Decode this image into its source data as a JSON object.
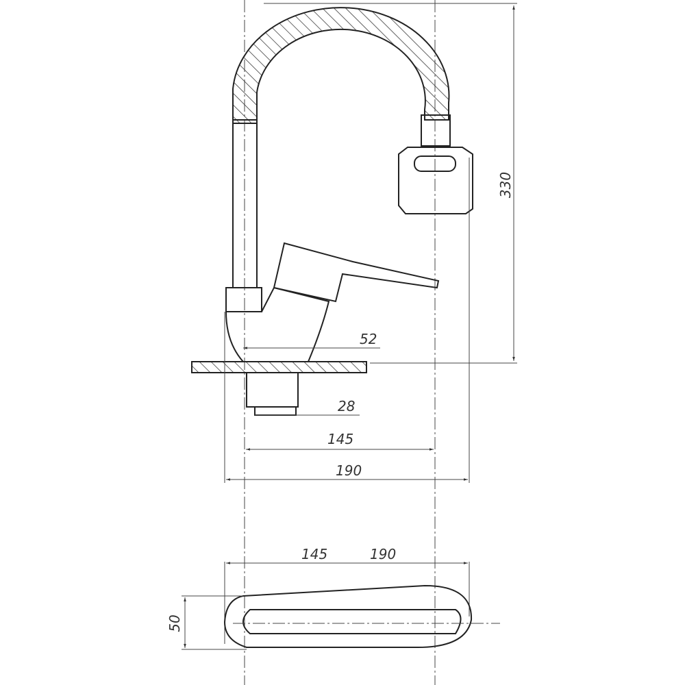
{
  "drawing": {
    "title": "Faucet with flexible spout dimension drawing",
    "dimensions": {
      "height": "330",
      "base_width": "52",
      "thread": "28",
      "spout_reach": "145",
      "total_length": "190",
      "top_view_reach": "145",
      "top_view_length": "190",
      "top_view_width": "50"
    }
  }
}
